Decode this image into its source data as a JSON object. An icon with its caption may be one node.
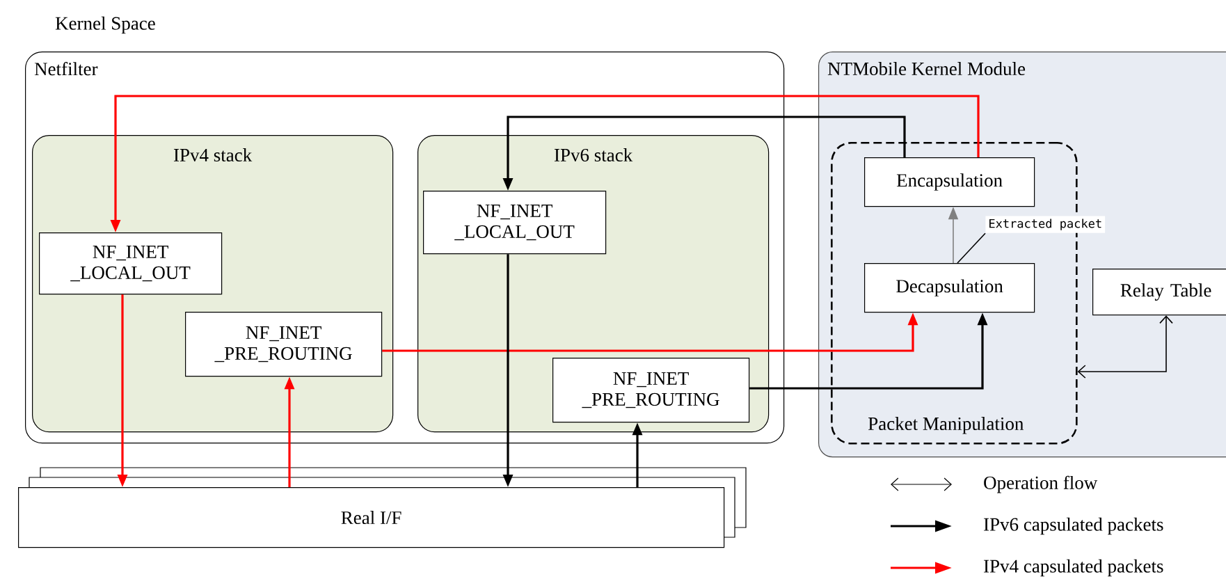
{
  "diagram": {
    "nodes": [
      {
        "text": [
          "Netfilter"
        ]
      },
      {
        "text": [
          "IPv4 stack"
        ],
        "in": 0
      },
      {
        "text": [
          "NF_INET _LOCAL_OUT"
        ],
        "in": 1
      },
      {
        "text": [
          "NF_INET _PRE_ROUTING"
        ],
        "in": 1
      },
      {
        "text": [
          "IPv6 stack"
        ],
        "in": 0
      },
      {
        "text": [
          "NF_INET _LOCAL_OUT"
        ],
        "in": 4
      },
      {
        "text": [
          "NF_INET _PRE_ROUTING"
        ],
        "in": 4
      },
      {
        "text": [
          "NTMobile Kernel Module"
        ]
      },
      {
        "text": [
          "Packet Manipulation"
        ],
        "in": 7
      },
      {
        "text": [
          "Encapsulation"
        ],
        "in": 8
      },
      {
        "text": [
          "Decapsulation"
        ],
        "in": 8
      },
      {
        "text": [
          "Relay Table"
        ],
        "in": 7
      },
      {
        "text": [
          "Real I/F"
        ]
      },
      {
        "text": [
          "Extracted packet"
        ],
        "in": 8
      }
    ],
    "edges": [
      {
        "from": 9,
        "to": 2,
        "arrow": "to",
        "color": "#ff0000"
      },
      {
        "from": 9,
        "to": 5,
        "arrow": "to"
      },
      {
        "from": 2,
        "to": 12,
        "arrow": "to",
        "color": "#ff0000"
      },
      {
        "from": 12,
        "to": 3,
        "arrow": "to",
        "color": "#ff0000"
      },
      {
        "from": 3,
        "to": 10,
        "arrow": "to",
        "color": "#ff0000"
      },
      {
        "from": 5,
        "to": 12,
        "arrow": "to"
      },
      {
        "from": 12,
        "to": 6,
        "arrow": "to"
      },
      {
        "from": 6,
        "to": 10,
        "arrow": "to"
      },
      {
        "from": 10,
        "to": 9,
        "arrow": "to",
        "color": "#808080"
      },
      {
        "from": 8,
        "to": 11,
        "arrow": "both"
      },
      {
        "from": 13,
        "to": 10,
        "arrow": "none"
      }
    ],
    "labels": [
      "Kernel Space"
    ],
    "legend": [
      {
        "text": "Operation flow"
      },
      {
        "text": "IPv6 capsulated packets"
      },
      {
        "text": "IPv4 capsulated packets"
      }
    ]
  }
}
